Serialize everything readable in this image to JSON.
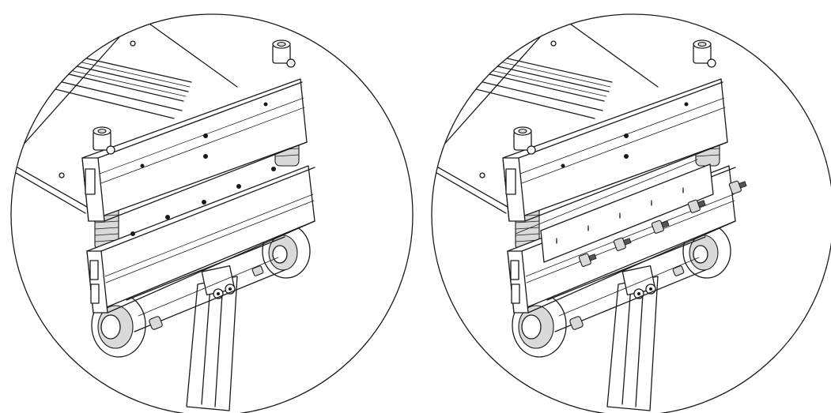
{
  "figure": {
    "panels": [
      {
        "id": "left",
        "state": "assembled",
        "scraper_blade_visible": false,
        "loose_screw_count": 0
      },
      {
        "id": "right",
        "state": "scraper blade mounted with screws",
        "scraper_blade_visible": true,
        "loose_screw_count": 5
      }
    ],
    "colors": {
      "line": "#1a1a1a",
      "background": "#ffffff",
      "shade": "#d9d9d9"
    }
  }
}
